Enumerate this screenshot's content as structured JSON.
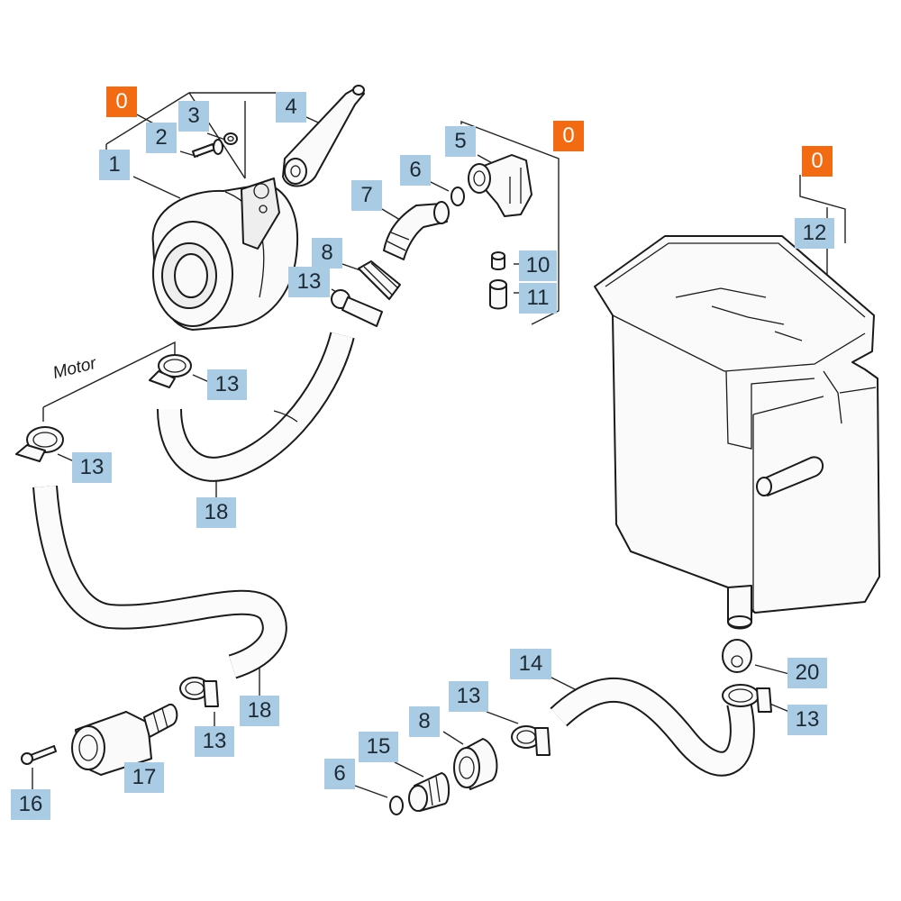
{
  "motor_label": "Motor",
  "callouts": [
    {
      "text": "0",
      "group": true
    },
    {
      "text": "3"
    },
    {
      "text": "2"
    },
    {
      "text": "1"
    },
    {
      "text": "4"
    },
    {
      "text": "5"
    },
    {
      "text": "0",
      "group": true
    },
    {
      "text": "6"
    },
    {
      "text": "7"
    },
    {
      "text": "8"
    },
    {
      "text": "13"
    },
    {
      "text": "10"
    },
    {
      "text": "11"
    },
    {
      "text": "0",
      "group": true
    },
    {
      "text": "12"
    },
    {
      "text": "13"
    },
    {
      "text": "13"
    },
    {
      "text": "18"
    },
    {
      "text": "18"
    },
    {
      "text": "13"
    },
    {
      "text": "17"
    },
    {
      "text": "16"
    },
    {
      "text": "14"
    },
    {
      "text": "13"
    },
    {
      "text": "8"
    },
    {
      "text": "15"
    },
    {
      "text": "6"
    },
    {
      "text": "20"
    },
    {
      "text": "13"
    }
  ]
}
